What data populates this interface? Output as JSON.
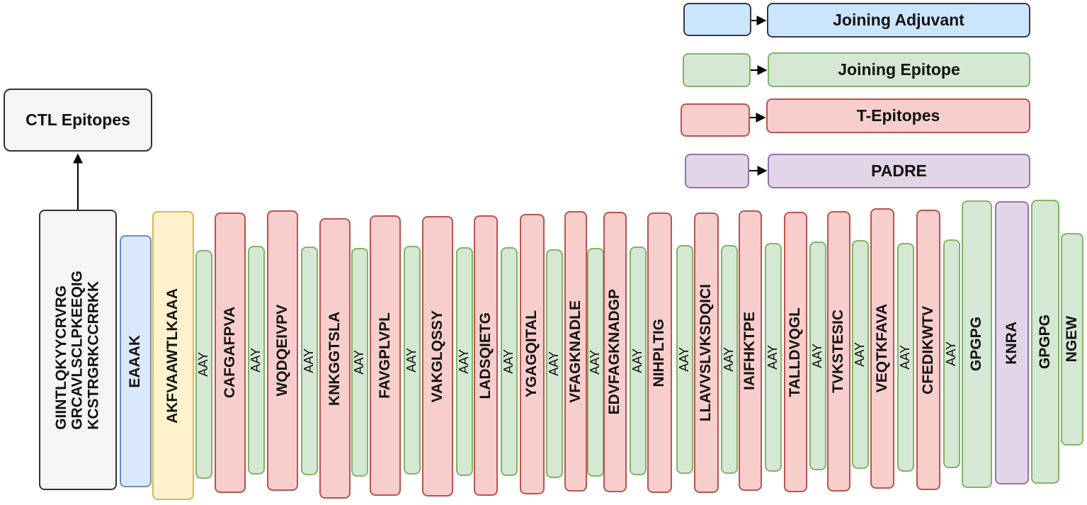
{
  "ctl_box": {
    "label": "CTL Epitopes"
  },
  "legend": [
    {
      "label": "Joining Adjuvant",
      "color": "blue"
    },
    {
      "label": "Joining Epitope",
      "color": "green"
    },
    {
      "label": "T-Epitopes",
      "color": "red"
    },
    {
      "label": "PADRE",
      "color": "purple"
    }
  ],
  "colors": {
    "red": "#f8cecc",
    "green": "#d5e8d4",
    "blue": "#dae8fc",
    "yellow": "#fff2cc",
    "purple": "#e1d5e7",
    "grey": "#f5f5f5"
  },
  "segments": [
    {
      "label": "GIINTLQKYYCRVRG\nGRCAVLSCLPKEEQIG\nKCSTRGRKCCRRKK",
      "type": "grey"
    },
    {
      "label": "EAAAK",
      "type": "blue"
    },
    {
      "label": "AKFVAAWTLKAAA",
      "type": "yellow"
    },
    {
      "label": "AAY",
      "type": "green"
    },
    {
      "label": "CAFGAFPVA",
      "type": "red"
    },
    {
      "label": "AAY",
      "type": "green"
    },
    {
      "label": "WQDQEIVPV",
      "type": "red"
    },
    {
      "label": "AAY",
      "type": "green"
    },
    {
      "label": "KNKGGTSLA",
      "type": "red"
    },
    {
      "label": "AAY",
      "type": "green"
    },
    {
      "label": "FAVGPLVPL",
      "type": "red"
    },
    {
      "label": "AAY",
      "type": "green"
    },
    {
      "label": "VAKGLQSSY",
      "type": "red"
    },
    {
      "label": "AAY",
      "type": "green"
    },
    {
      "label": "LADSQIETG",
      "type": "red"
    },
    {
      "label": "AAY",
      "type": "green"
    },
    {
      "label": "YGAGQITAL",
      "type": "red"
    },
    {
      "label": "AAY",
      "type": "green"
    },
    {
      "label": "VFAGKNADLE",
      "type": "red"
    },
    {
      "label": "AAY",
      "type": "green"
    },
    {
      "label": "EDVFAGKNADGP",
      "type": "red"
    },
    {
      "label": "AAY",
      "type": "green"
    },
    {
      "label": "NIHPLTIG",
      "type": "red"
    },
    {
      "label": "AAY",
      "type": "green"
    },
    {
      "label": "LLAVVSLVKSDQICI",
      "type": "red"
    },
    {
      "label": "AAY",
      "type": "green"
    },
    {
      "label": "IAIFHKTPE",
      "type": "red"
    },
    {
      "label": "AAY",
      "type": "green"
    },
    {
      "label": "TALLDVQGL",
      "type": "red"
    },
    {
      "label": "AAY",
      "type": "green"
    },
    {
      "label": "TVKSTESIC",
      "type": "red"
    },
    {
      "label": "AAY",
      "type": "green"
    },
    {
      "label": "VEQTKFAVA",
      "type": "red"
    },
    {
      "label": "AAY",
      "type": "green"
    },
    {
      "label": "CFEDIKWTV",
      "type": "red"
    },
    {
      "label": "AAY",
      "type": "green"
    },
    {
      "label": "GPGPG",
      "type": "green"
    },
    {
      "label": "KNRA",
      "type": "purple"
    },
    {
      "label": "GPGPG",
      "type": "green"
    },
    {
      "label": "NGEW",
      "type": "green"
    }
  ]
}
